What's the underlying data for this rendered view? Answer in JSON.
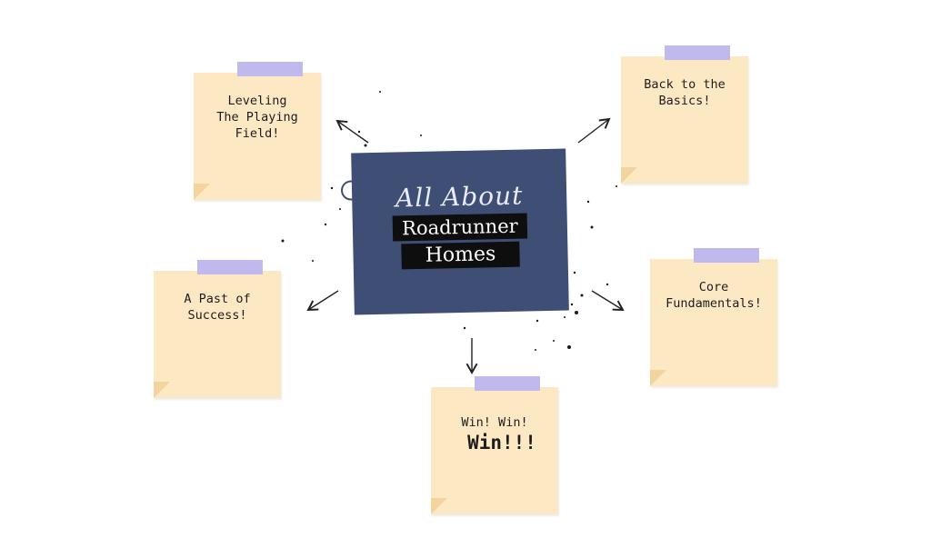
{
  "center_card": {
    "script_title": "All About",
    "line1": "Roadrunner",
    "line2": "Homes",
    "color": "#3e4e74"
  },
  "notes": {
    "leveling": "Leveling\nThe Playing\nField!",
    "basics": "Back to the\nBasics!",
    "past": "A Past of\nSuccess!",
    "core": "Core\nFundamentals!",
    "win_small": "Win! Win!",
    "win_big": "Win!!!"
  },
  "colors": {
    "note": "#fde8c4",
    "tape": "#bfb9ee",
    "arrow": "#222222"
  }
}
